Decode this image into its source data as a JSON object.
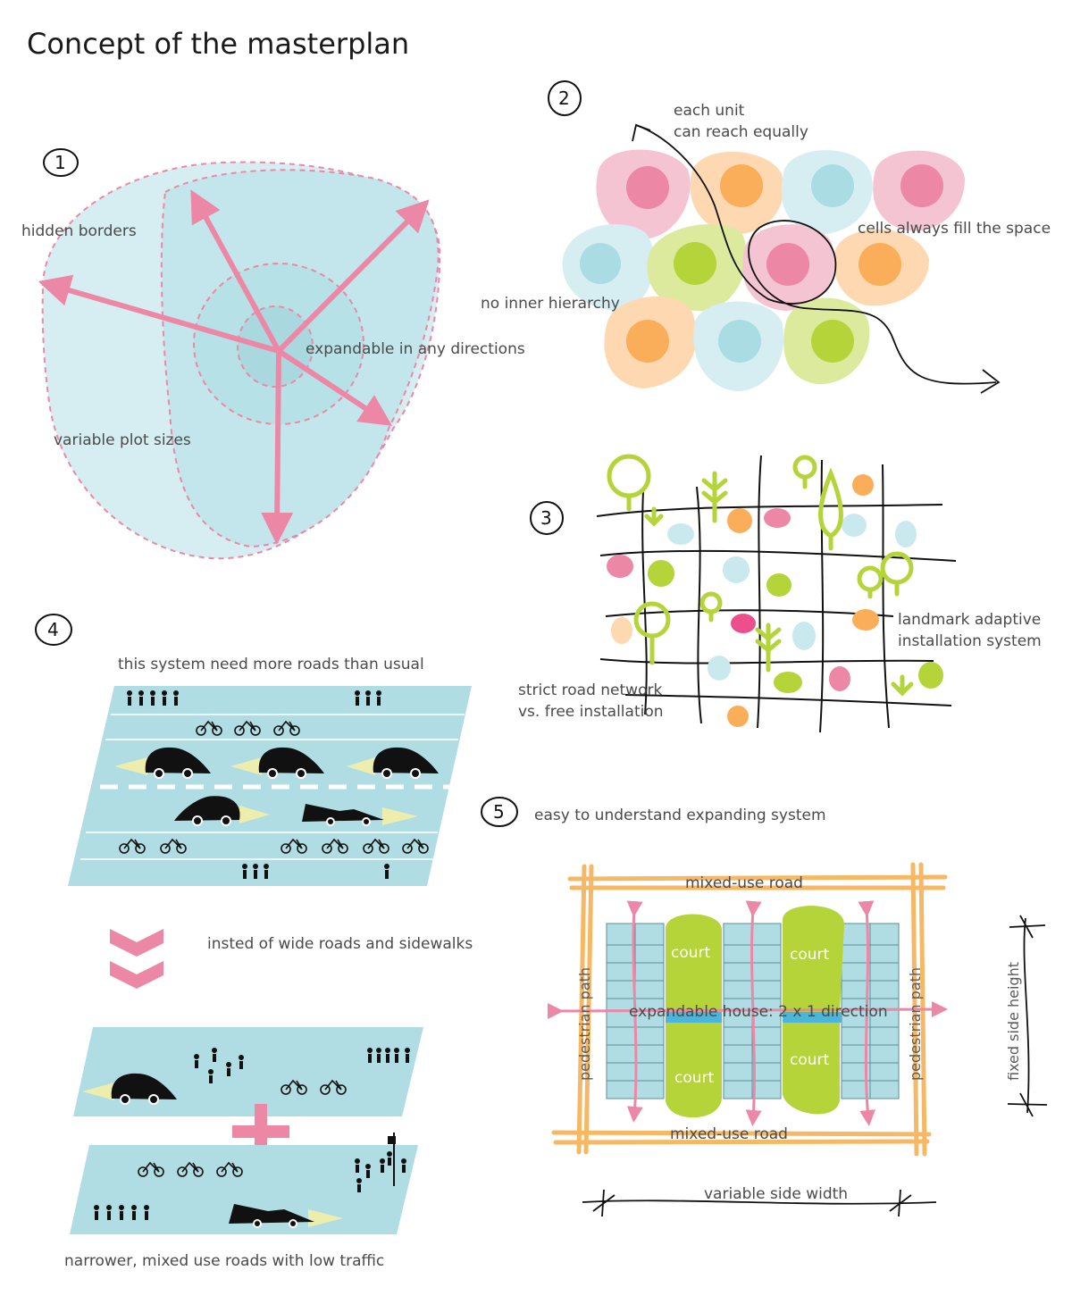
{
  "title": "Concept of the masterplan",
  "colors": {
    "cyan_light": "#d6eef2",
    "cyan": "#a9dde3",
    "pink": "#ec87a6",
    "pink_light": "#f5c4d3",
    "orange": "#fbae5a",
    "orange_light": "#fdd8b0",
    "green": "#b4d43a",
    "green_light": "#dcea9e",
    "road_orange": "#f7b866",
    "blue": "#4bb5dc"
  },
  "section1": {
    "number": "1",
    "hidden_borders": "hidden borders",
    "expandable": "expandable in any directions",
    "variable_plot": "variable plot sizes"
  },
  "section2": {
    "number": "2",
    "each_unit_1": "each unit",
    "each_unit_2": "can reach equally",
    "cells_fill": "cells always fill the space",
    "no_hierarchy": "no inner hierarchy"
  },
  "section3": {
    "number": "3",
    "landmark_1": "landmark adaptive",
    "landmark_2": "installation system",
    "strict_1": "strict road network",
    "strict_2": "vs. free installation"
  },
  "section4": {
    "number": "4",
    "more_roads": "this system need more roads than usual",
    "instead": "insted of wide roads and sidewalks",
    "narrower": "narrower, mixed use roads with low traffic"
  },
  "section5": {
    "number": "5",
    "easy": "easy to understand expanding system",
    "mixed_road_top": "mixed-use road",
    "mixed_road_bottom": "mixed-use road",
    "court_1": "court",
    "court_2": "court",
    "court_3": "court",
    "court_4": "court",
    "expandable_house": "expandable house: 2 x 1 direction",
    "ped_left": "pedestrian path",
    "ped_right": "pedestrian path",
    "fixed_height": "fixed side height",
    "variable_width": "variable side width"
  }
}
